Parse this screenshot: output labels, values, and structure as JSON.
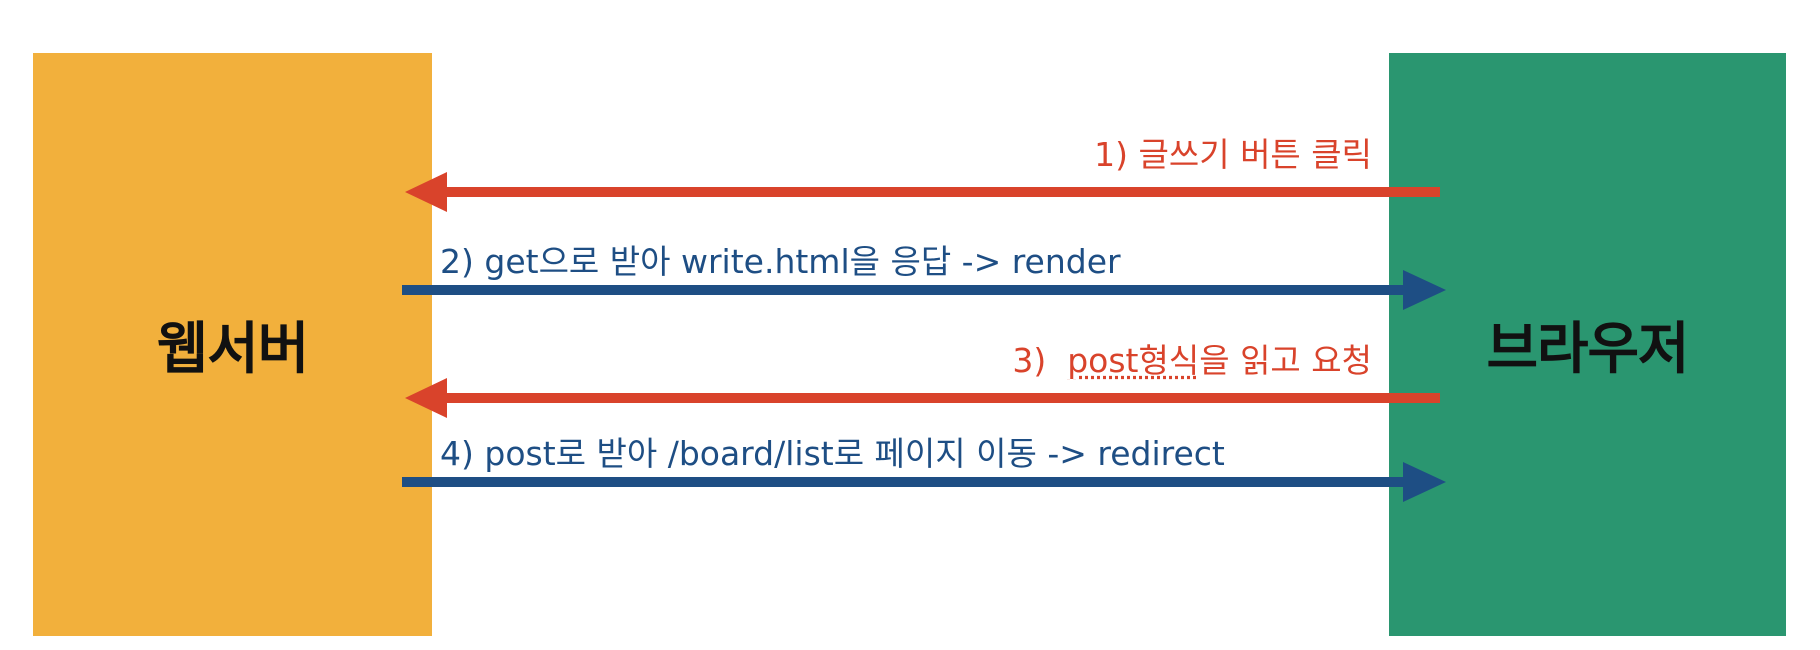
{
  "nodes": {
    "server": {
      "label": "웹서버",
      "color": "#F2B03C"
    },
    "browser": {
      "label": "브라우저",
      "color": "#2A9670"
    }
  },
  "messages": [
    {
      "step": "1)",
      "text": "글쓰기 버튼 클릭",
      "direction": "browser-to-server",
      "color": "#D9432B"
    },
    {
      "step": "2)",
      "text": "get으로 받아 write.html을 응답 -> render",
      "direction": "server-to-browser",
      "color": "#1E4E84"
    },
    {
      "step": "3)",
      "text_emph": "post형식",
      "text_rest": "을 읽고 요청",
      "direction": "browser-to-server",
      "color": "#D9432B"
    },
    {
      "step": "4)",
      "text": "post로 받아 /board/list로 페이지 이동 -> redirect",
      "direction": "server-to-browser",
      "color": "#1E4E84"
    }
  ]
}
